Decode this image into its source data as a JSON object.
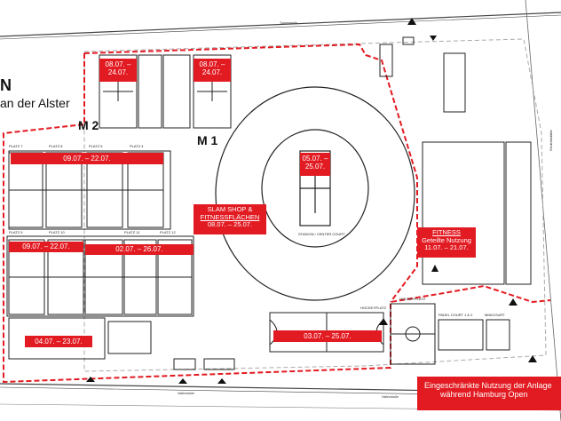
{
  "map": {
    "title_fragment": "N",
    "subtitle_fragment": "an der Alster",
    "street_top": "Turnerstraße",
    "street_bottom_left": "Hallerstraße",
    "street_bottom_right": "Hallerstraße",
    "side_label_right": "Gedenkstätte",
    "court_labels": {
      "m2": "M 2",
      "m1": "M 1",
      "center": "STADION / CENTER COURT",
      "platz7": "PLATZ 7",
      "platz8": "PLATZ 8",
      "platz5": "PLATZ 5",
      "platz4": "PLATZ 4",
      "platz9": "PLATZ 9",
      "platz10": "PLATZ 10",
      "platz11": "PLATZ 11",
      "platz12": "PLATZ 12",
      "hockey1": "HOCKEYPLATZ",
      "hockey2": "HOCKEYPLATZ",
      "padel": "PADEL COURT 1 & 2",
      "minicourt": "MINICOURT"
    },
    "date_labels": {
      "m2": "08.07. – 24.07.",
      "m1": "08.07. – 24.07.",
      "center": "05.07. – 25.07.",
      "row1": "09.07. – 22.07.",
      "row2a": "09.07. – 22.07.",
      "row2b": "02.07. – 26.07.",
      "bottom_left": "04.07. – 23.07.",
      "hockey": "03.07. – 25.07."
    },
    "slam_shop": {
      "line1": "SLAM SHOP &",
      "line2": "FITNESSFLÄCHEN",
      "line3": "08.07. – 25.07."
    },
    "fitness": {
      "line1": "FITNESS",
      "line2": "Geteilte Nutzung",
      "line3": "11.07. – 21.07."
    },
    "notice": {
      "line1": "Eingeschränkte Nutzung der Anlage",
      "line2": "während Hamburg Open"
    },
    "colors": {
      "accent": "#e21b22",
      "line": "#222222",
      "boundary": "#e21b22"
    }
  }
}
